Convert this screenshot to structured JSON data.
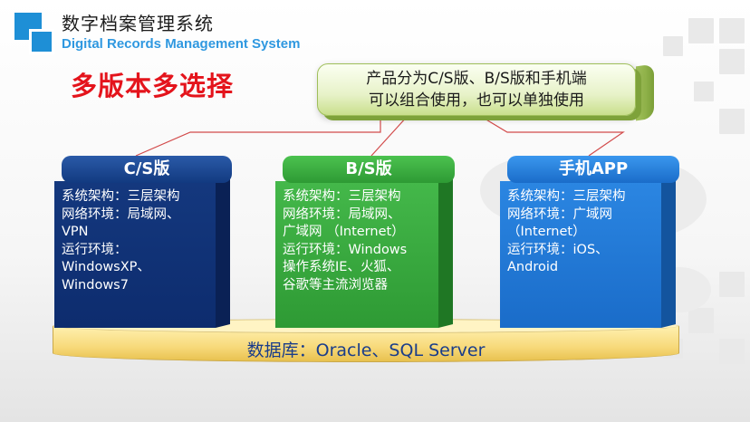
{
  "header": {
    "title_cn": "数字档案管理系统",
    "title_en": "Digital Records Management System"
  },
  "headline": "多版本多选择",
  "bubble": {
    "line1": "产品分为C/S版、B/S版和手机端",
    "line2": "可以组合使用，也可以单独使用"
  },
  "cards": [
    {
      "title": "C/S版",
      "lines": [
        "系统架构：三层架构",
        "网络环境：局域网、",
        "VPN",
        "运行环境：",
        "WindowsXP、",
        "Windows7"
      ]
    },
    {
      "title": "B/S版",
      "lines": [
        "系统架构：三层架构",
        "网络环境：局域网、",
        "广域网 （Internet）",
        "运行环境：Windows",
        "操作系统IE、火狐、",
        "谷歌等主流浏览器"
      ]
    },
    {
      "title": "手机APP",
      "lines": [
        "系统架构：三层架构",
        "网络环境：广域网",
        "（Internet）",
        "运行环境：iOS、",
        "Android"
      ]
    }
  ],
  "database": {
    "label": "数据库：Oracle、SQL Server"
  },
  "colors": {
    "headline": "#e4141c",
    "title_en": "#2f98e0",
    "cs_card": "#14387e",
    "bs_card": "#3aab40",
    "app_card": "#2280dc",
    "database": "#f7d97a"
  }
}
